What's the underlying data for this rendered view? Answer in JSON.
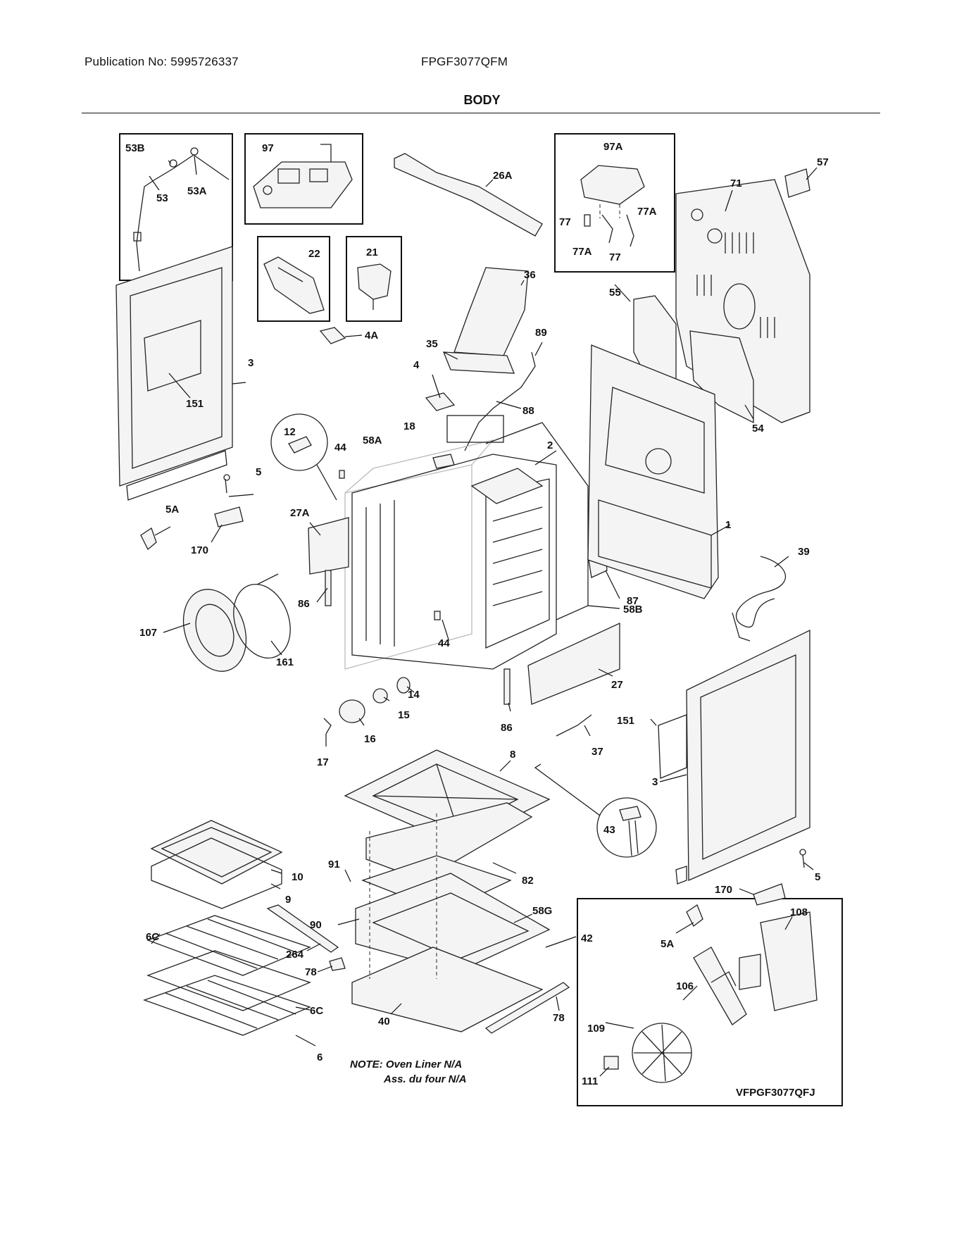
{
  "header": {
    "publication": "Publication No: 5995726337",
    "model": "FPGF3077QFM",
    "section_title": "BODY"
  },
  "labels": {
    "l53B": "53B",
    "l53": "53",
    "l53A": "53A",
    "l97": "97",
    "l22": "22",
    "l21": "21",
    "l26A": "26A",
    "l97A": "97A",
    "l77a": "77",
    "l77A1": "77A",
    "l77A2": "77A",
    "l77b": "77",
    "l57": "57",
    "l71": "71",
    "l55": "55",
    "l36": "36",
    "l4A": "4A",
    "l3a": "3",
    "l151a": "151",
    "l35": "35",
    "l89": "89",
    "l4": "4",
    "l88": "88",
    "l54": "54",
    "l12": "12",
    "l44a": "44",
    "l58A": "58A",
    "l18": "18",
    "l2": "2",
    "l1": "1",
    "l5a": "5",
    "l5Aa": "5A",
    "l170a": "170",
    "l27A": "27A",
    "l39": "39",
    "l87": "87",
    "l86a": "86",
    "l58B": "58B",
    "l107": "107",
    "l161": "161",
    "l44b": "44",
    "l27": "27",
    "l14": "14",
    "l15": "15",
    "l86b": "86",
    "l151b": "151",
    "l16": "16",
    "l17": "17",
    "l37": "37",
    "l8": "8",
    "l3b": "3",
    "l43": "43",
    "l10": "10",
    "l91": "91",
    "l9": "9",
    "l82": "82",
    "l5b": "5",
    "l170b": "170",
    "l58G": "58G",
    "l90": "90",
    "l42": "42",
    "l6Ca": "6C",
    "l264": "264",
    "l78a": "78",
    "l108": "108",
    "l5Ab": "5A",
    "l6Cb": "6C",
    "l106": "106",
    "l40": "40",
    "l78b": "78",
    "l109": "109",
    "l6": "6",
    "l111": "111"
  },
  "note": {
    "line1": "NOTE: Oven Liner N/A",
    "line2": "Ass. du four N/A"
  },
  "figure_id": "VFPGF3077QFJ"
}
